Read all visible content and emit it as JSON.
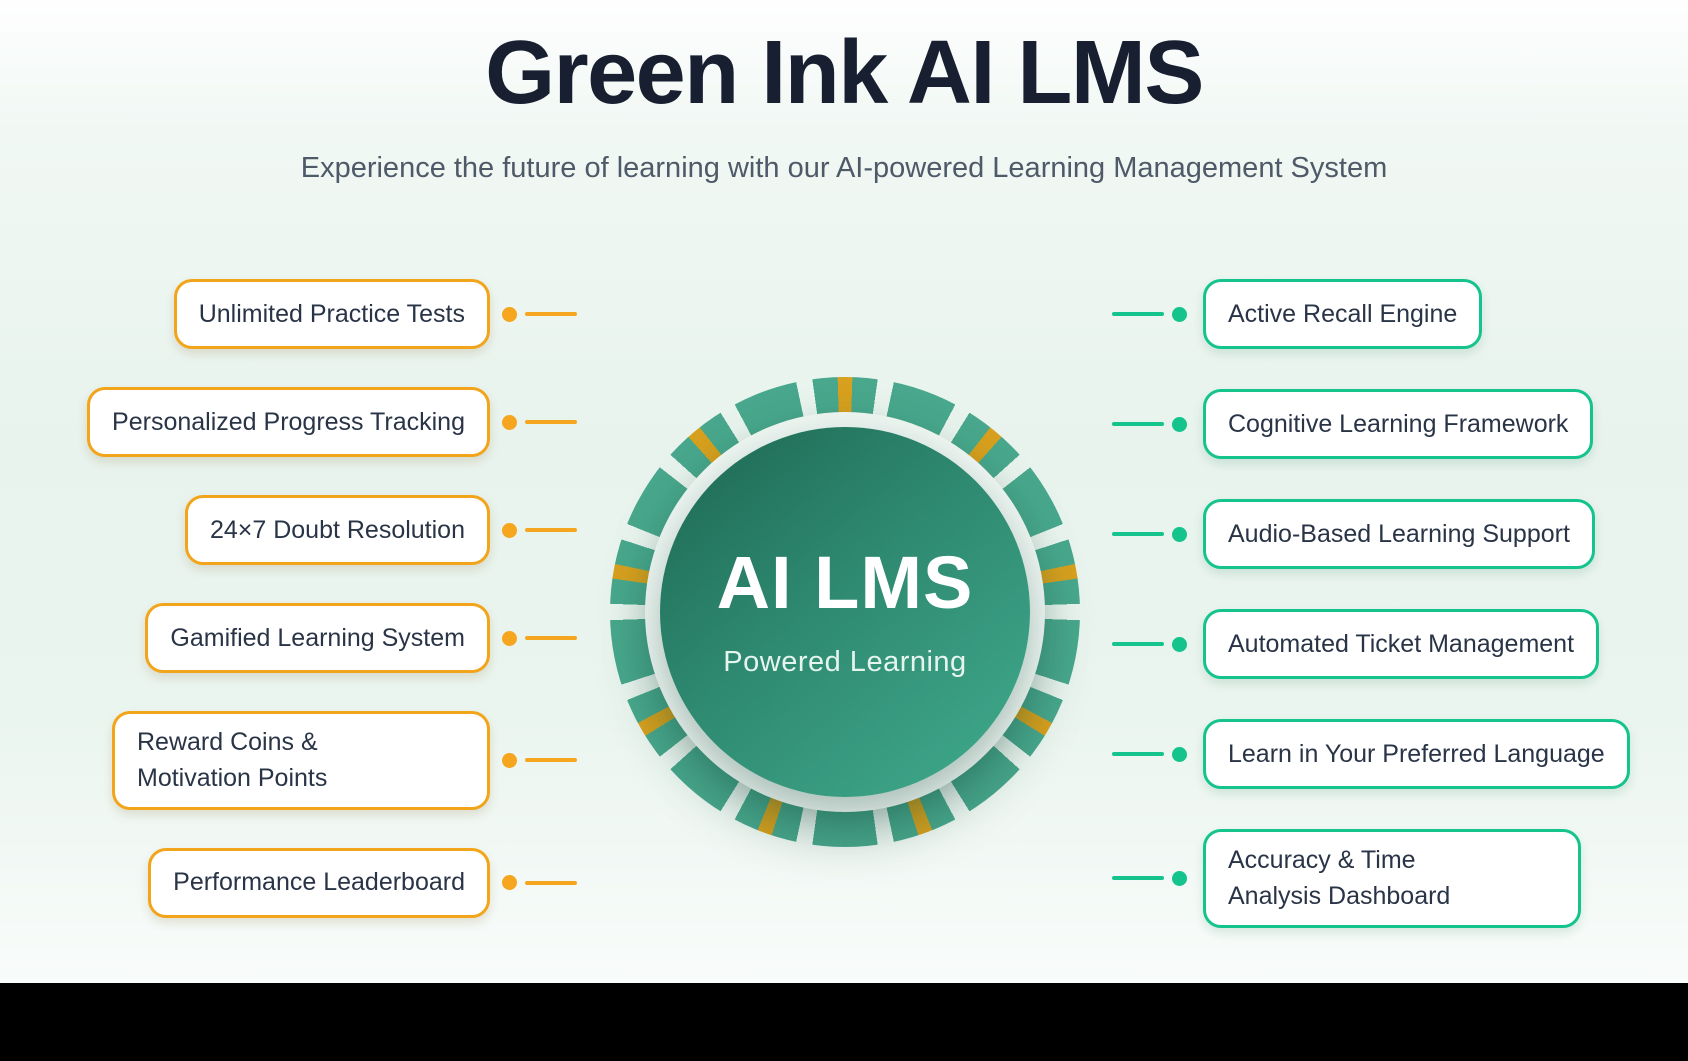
{
  "header": {
    "title": "Green Ink AI LMS",
    "subtitle": "Experience the future of learning with our AI-powered Learning Management System"
  },
  "center": {
    "title": "AI LMS",
    "subtitle": "Powered Learning"
  },
  "features": {
    "left": [
      {
        "label": "Unlimited Practice Tests"
      },
      {
        "label": "Personalized Progress Tracking"
      },
      {
        "label": "24×7 Doubt Resolution"
      },
      {
        "label": "Gamified Learning System"
      },
      {
        "label": "Reward Coins &\nMotivation Points"
      },
      {
        "label": "Performance Leaderboard"
      }
    ],
    "right": [
      {
        "label": "Active Recall Engine"
      },
      {
        "label": "Cognitive Learning Framework"
      },
      {
        "label": "Audio-Based Learning Support"
      },
      {
        "label": "Automated Ticket Management"
      },
      {
        "label": "Learn in Your Preferred Language"
      },
      {
        "label": "Accuracy & Time\nAnalysis Dashboard"
      }
    ]
  },
  "colors": {
    "accent_gold": "#F2A41B",
    "accent_green": "#14C48C",
    "ring_teal": "#48A78C",
    "ring_gold": "#D7A01E",
    "core_gradient_start": "#1F6B55",
    "core_gradient_end": "#3FA88B",
    "title_navy": "#181F31",
    "subtitle_gray": "#4E5A68",
    "footer_black": "#000000"
  }
}
